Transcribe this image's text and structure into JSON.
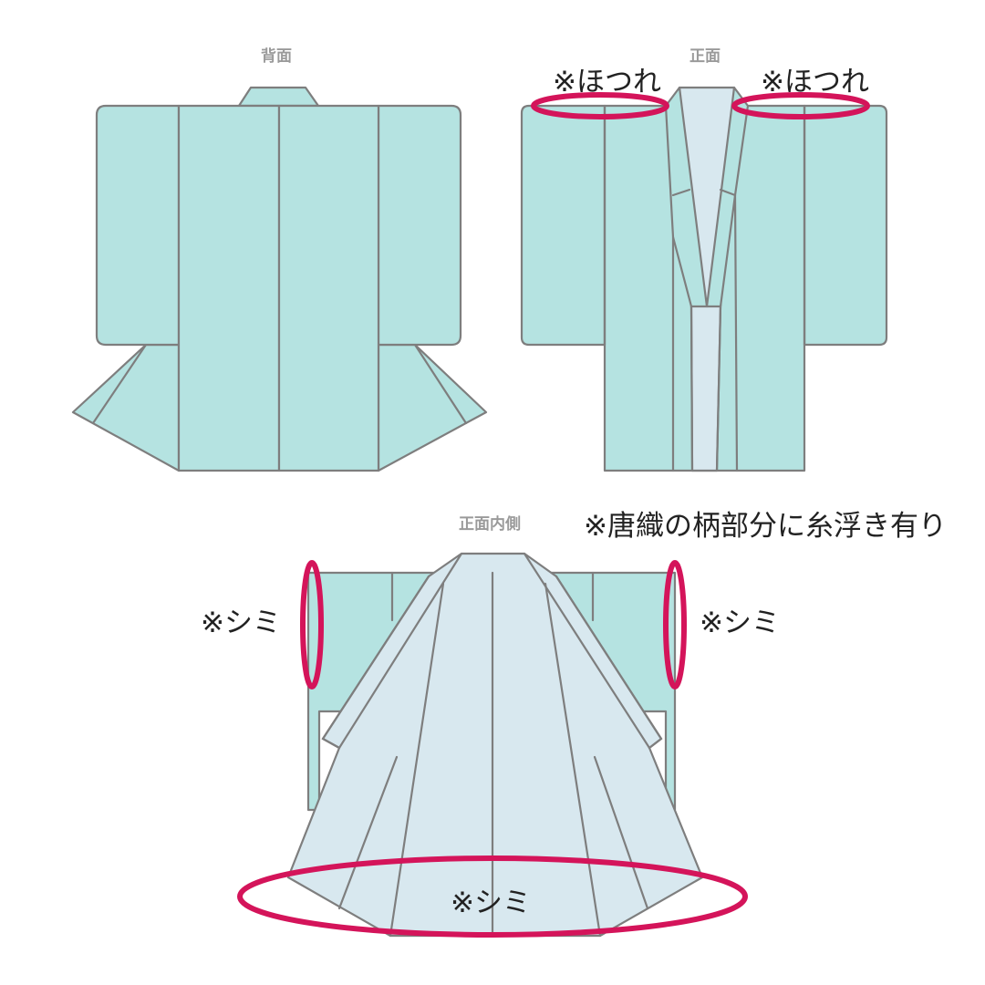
{
  "views": {
    "back_label": "背面",
    "front_label": "正面",
    "inside_label": "正面内側"
  },
  "notes": {
    "fray_left": "※ほつれ",
    "fray_right": "※ほつれ",
    "karaori_note": "※唐織の柄部分に糸浮き有り",
    "stain_left": "※シミ",
    "stain_right": "※シミ",
    "stain_hem": "※シミ"
  },
  "colors": {
    "outer_fabric": "#b5e3e1",
    "lining_fabric": "#d8e8ef",
    "outline": "#7e7e7e",
    "defect_marker": "#d4145a",
    "view_label_text": "#9a9a9a"
  }
}
